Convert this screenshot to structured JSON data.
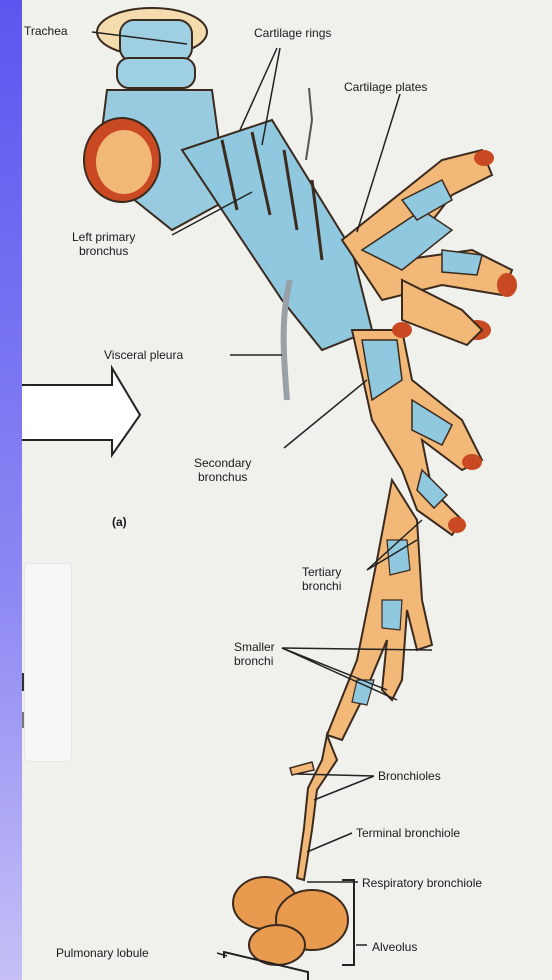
{
  "figure": {
    "panel_label": "(a)",
    "labels": {
      "trachea": "Trachea",
      "cartilage_rings": "Cartilage rings",
      "cartilage_plates": "Cartilage plates",
      "left_primary_bronchus": "Left primary\nbronchus",
      "visceral_pleura": "Visceral pleura",
      "secondary_bronchus": "Secondary\nbronchus",
      "tertiary_bronchi": "Tertiary\nbronchi",
      "smaller_bronchi": "Smaller\nbronchi",
      "bronchioles": "Bronchioles",
      "terminal_bronchiole": "Terminal bronchiole",
      "respiratory_bronchiole": "Respiratory bronchiole",
      "pulmonary_lobule": "Pulmonary lobule",
      "alveolus": "Alveolus"
    }
  },
  "colors": {
    "background_gradient_top": "#5a55ee",
    "background_gradient_bottom": "#b9b3f4",
    "panel": "#f0f0ec",
    "cartilage_blue": "#8fc8df",
    "tissue_orange": "#f2b877",
    "outline": "#3b2a1e"
  }
}
